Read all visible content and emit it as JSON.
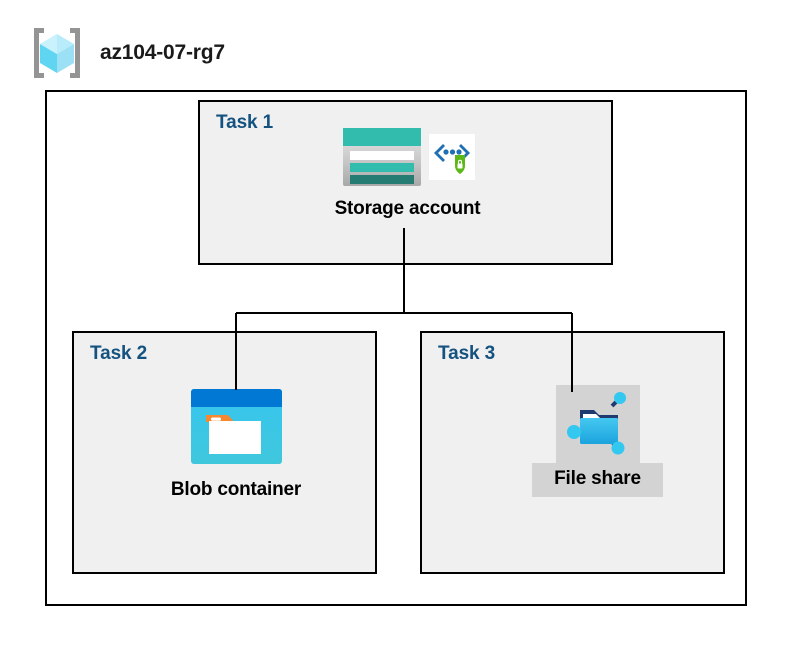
{
  "header": {
    "title": "az104-07-rg7",
    "icon": "resource-group-icon"
  },
  "diagram": {
    "type": "azure-architecture-diagram",
    "container_label": "az104-07-rg7",
    "boxes": [
      {
        "id": "task-1",
        "label": "Task 1",
        "node_caption": "Storage account",
        "icons": [
          "storage-account-icon",
          "secure-identity-icon"
        ],
        "highlighted": false
      },
      {
        "id": "task-2",
        "label": "Task 2",
        "node_caption": "Blob container",
        "icons": [
          "blob-container-icon"
        ],
        "highlighted": false
      },
      {
        "id": "task-3",
        "label": "Task 3",
        "node_caption": "File share",
        "icons": [
          "file-share-icon"
        ],
        "highlighted": true
      }
    ],
    "connections": [
      {
        "from": "Storage account",
        "to": "Blob container"
      },
      {
        "from": "Storage account",
        "to": "File share"
      }
    ]
  },
  "colors": {
    "task_label": "#14527f",
    "box_fill": "#f0f0f0",
    "box_border": "#000000",
    "frame_border": "#000000",
    "highlight_fill": "#d3d3d3",
    "storage_teal": "#32bcad",
    "storage_teal_dark": "#247c72",
    "blob_blue": "#0078d4",
    "blob_cyan": "#32c8e8",
    "blob_orange": "#f7882f",
    "file_share_cyan": "#32c8f0",
    "file_share_navy": "#1f3a6e",
    "shield_green": "#5cb817",
    "cube_cyan": "#9ce6f7",
    "bracket_gray": "#949494"
  }
}
